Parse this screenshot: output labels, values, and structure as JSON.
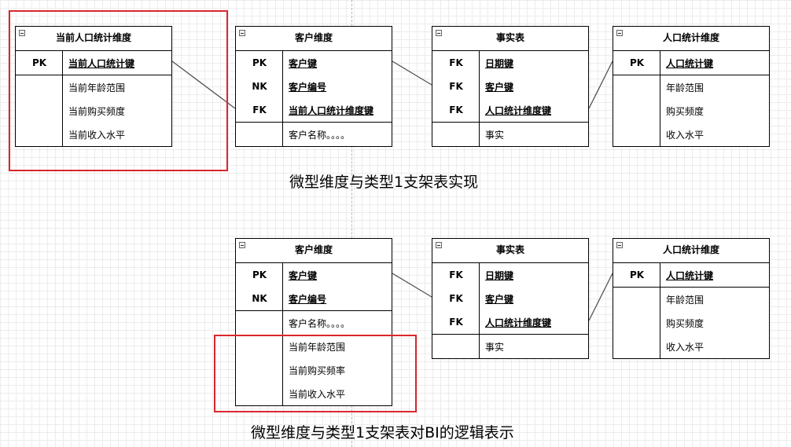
{
  "top_row": {
    "current_demo": {
      "title": "当前人口统计维度",
      "pk_rows": [
        {
          "key": "PK",
          "name": "当前人口统计键"
        }
      ],
      "attrs": [
        "当前年龄范围",
        "当前购买频度",
        "当前收入水平"
      ]
    },
    "customer": {
      "title": "客户维度",
      "pk_rows": [
        {
          "key": "PK",
          "name": "客户键"
        },
        {
          "key": "NK",
          "name": "客户编号"
        },
        {
          "key": "FK",
          "name": "当前人口统计维度键"
        }
      ],
      "attrs": [
        "客户名称。。。。"
      ]
    },
    "fact": {
      "title": "事实表",
      "pk_rows": [
        {
          "key": "FK",
          "name": "日期键"
        },
        {
          "key": "FK",
          "name": "客户键"
        },
        {
          "key": "FK",
          "name": "人口统计维度键"
        }
      ],
      "attrs": [
        "事实"
      ]
    },
    "demo": {
      "title": "人口统计维度",
      "pk_rows": [
        {
          "key": "PK",
          "name": "人口统计键"
        }
      ],
      "attrs": [
        "年龄范围",
        "购买频度",
        "收入水平"
      ]
    },
    "caption": "微型维度与类型1支架表实现"
  },
  "bottom_row": {
    "customer": {
      "title": "客户维度",
      "pk_rows": [
        {
          "key": "PK",
          "name": "客户键"
        },
        {
          "key": "NK",
          "name": "客户编号"
        }
      ],
      "attrs": [
        "客户名称。。。。"
      ],
      "extra_attrs": [
        "当前年龄范围",
        "当前购买频率",
        "当前收入水平"
      ]
    },
    "fact": {
      "title": "事实表",
      "pk_rows": [
        {
          "key": "FK",
          "name": "日期键"
        },
        {
          "key": "FK",
          "name": "客户键"
        },
        {
          "key": "FK",
          "name": "人口统计维度键"
        }
      ],
      "attrs": [
        "事实"
      ]
    },
    "demo": {
      "title": "人口统计维度",
      "pk_rows": [
        {
          "key": "PK",
          "name": "人口统计键"
        }
      ],
      "attrs": [
        "年龄范围",
        "购买频度",
        "收入水平"
      ]
    },
    "caption": "微型维度与类型1支架表对BI的逻辑表示"
  },
  "colors": {
    "highlight": "#d9272e",
    "line": "#555555",
    "border": "#000000"
  }
}
